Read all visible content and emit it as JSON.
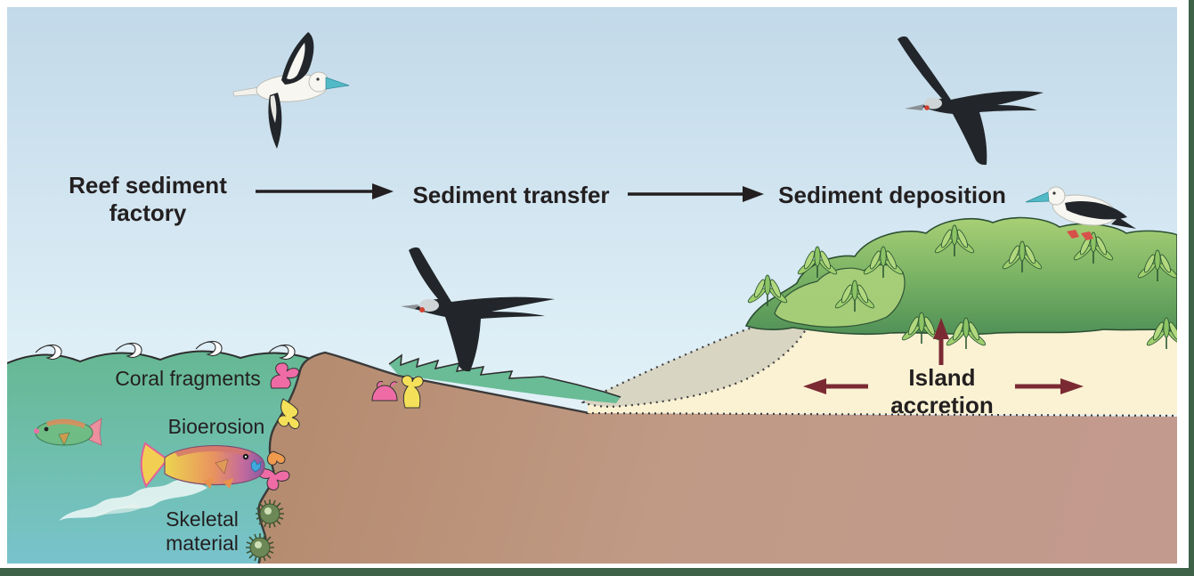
{
  "stages": {
    "factory": "Reef sediment factory",
    "transfer": "Sediment transfer",
    "deposition": "Sediment deposition"
  },
  "sea_labels": {
    "coral_fragments": "Coral fragments",
    "bioerosion": "Bioerosion",
    "skeletal_material": "Skeletal material"
  },
  "island_labels": {
    "accretion": "Island accretion"
  },
  "icons": {
    "flying_booby": "booby-bird-flying",
    "center_frigatebird": "frigatebird-flying",
    "right_frigatebird": "frigatebird-flying",
    "perched_booby": "booby-bird-perched",
    "small_fish": "parrotfish",
    "large_fish": "parrotfish-with-sediment-plume",
    "reef_growth": "branching-coral",
    "grazers": "sea-urchin",
    "island_plants": "island-vegetation"
  },
  "colors": {
    "label-text": "#231f20",
    "flow-arrow": "#231f20",
    "accretion-arrow": "#7b2a33",
    "frame-green": "#3e6247",
    "sky-top": "#c2d9e9",
    "sky-bottom": "#eef7fb",
    "sea-green": "#66b893",
    "sea-blue": "#78c3cc",
    "lagoon-green": "#6abc96",
    "sand": "#faf2d3",
    "old-deposit-gray": "#d9d5c3",
    "reef-rock-brown": "#b68c70",
    "sediment-pink": "#c39a8e",
    "vegetation-light": "#a8cf75",
    "vegetation-mid": "#79b264",
    "vegetation-dark": "#4e8f57",
    "coral-pink": "#ef6ba6",
    "coral-yellow": "#f5e05a",
    "coral-orange": "#f09a4e",
    "urchin-green": "#6b8856",
    "booby-beak-blue": "#52b9c6",
    "bird-black": "#22262a"
  }
}
